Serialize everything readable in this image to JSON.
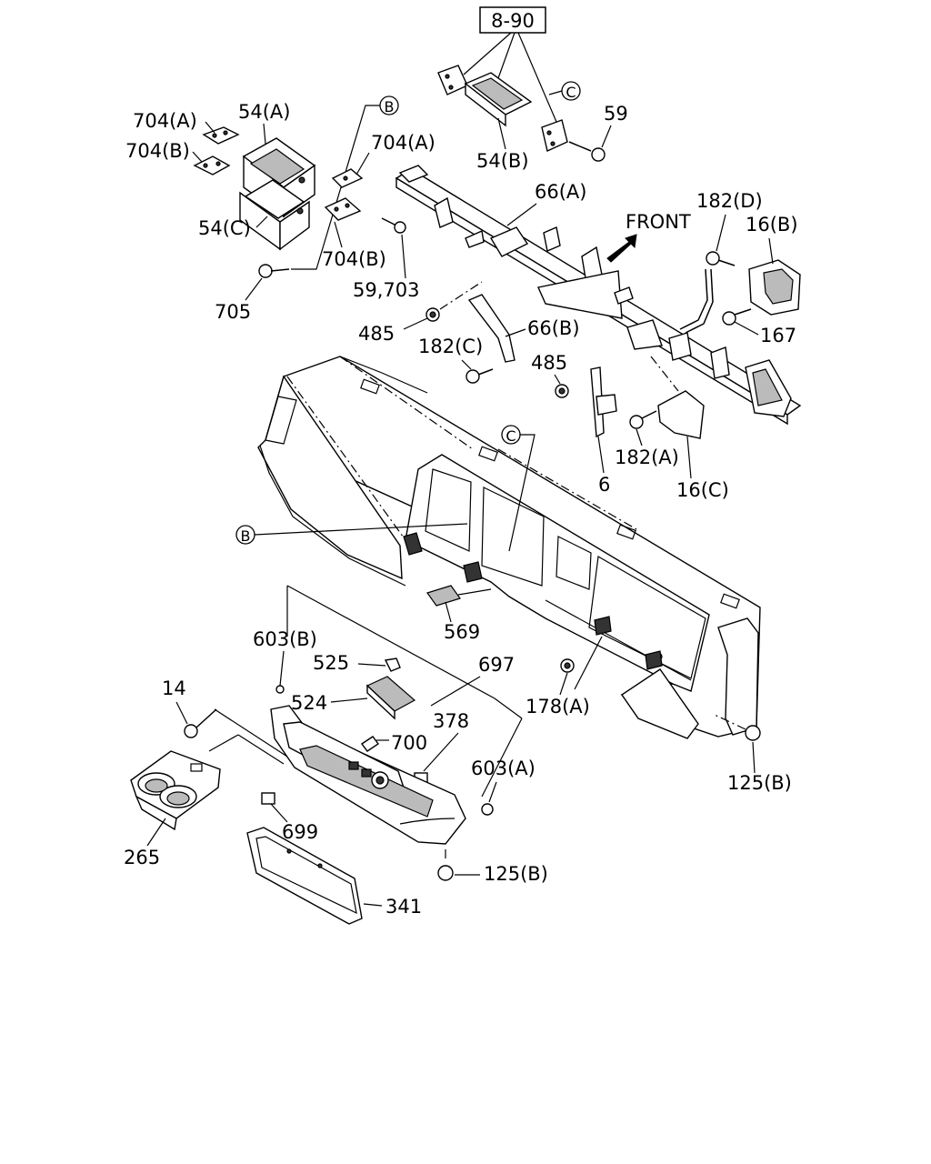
{
  "diagram": {
    "ref_box": "8-90",
    "direction_label": "FRONT",
    "callouts": {
      "b": "B",
      "c": "C"
    },
    "labels": {
      "l704a_left": "704(A)",
      "l704b_left": "704(B)",
      "l54a": "54(A)",
      "l54c": "54(C)",
      "l704a_right": "704(A)",
      "l704b_right": "704(B)",
      "l705": "705",
      "l59_703": "59,703",
      "l54b": "54(B)",
      "l59": "59",
      "l66a": "66(A)",
      "l182d": "182(D)",
      "l16b": "16(B)",
      "l167": "167",
      "l485_left": "485",
      "l66b": "66(B)",
      "l182c": "182(C)",
      "l485_right": "485",
      "l182a": "182(A)",
      "l6": "6",
      "l16c": "16(C)",
      "l569": "569",
      "l603b": "603(B)",
      "l525": "525",
      "l697": "697",
      "l14": "14",
      "l524": "524",
      "l378": "378",
      "l178a": "178(A)",
      "l700": "700",
      "l603a": "603(A)",
      "l125b_right": "125(B)",
      "l265": "265",
      "l699": "699",
      "l125b_bottom": "125(B)",
      "l341": "341"
    }
  }
}
